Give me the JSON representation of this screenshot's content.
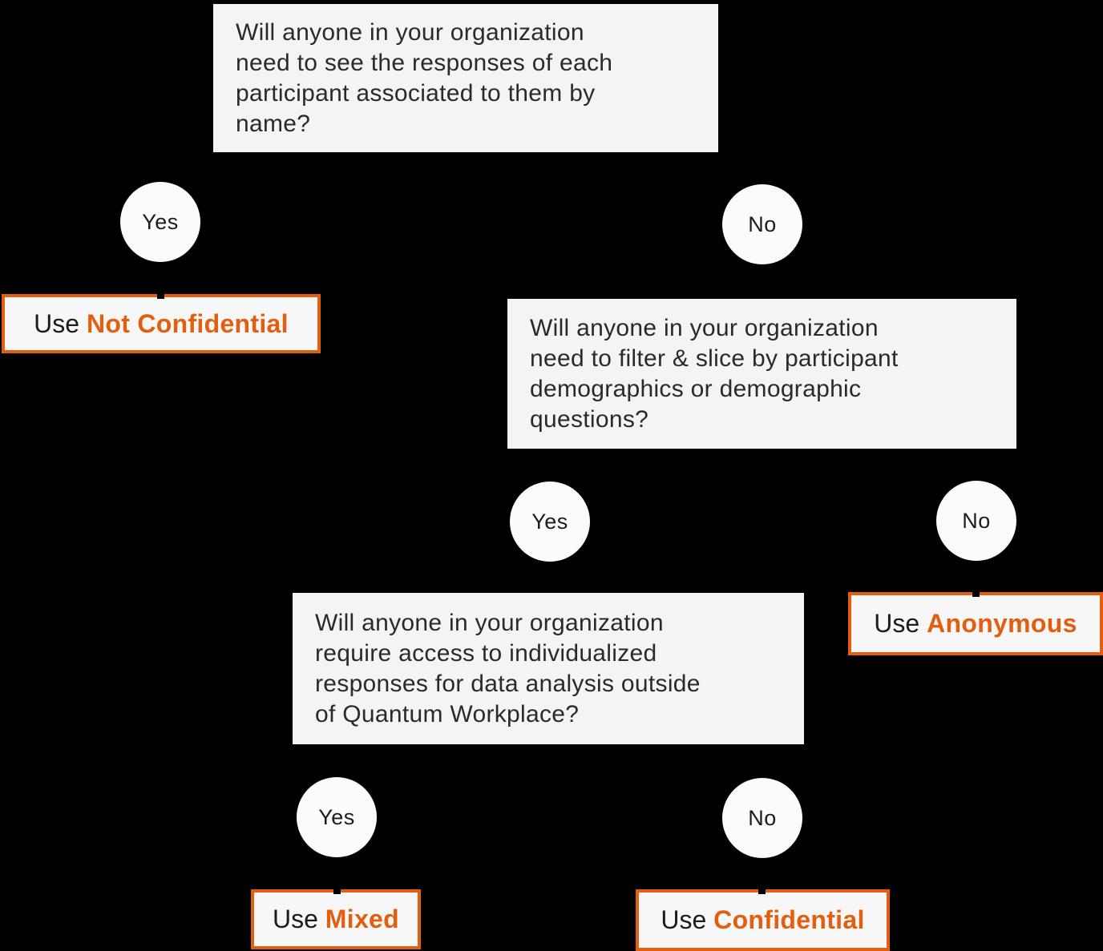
{
  "colors": {
    "background": "#000000",
    "accent_orange": "#E45E0F",
    "question_box_bg": "#F4F4F4",
    "result_box_bg": "#F7F7F7",
    "circle_bg": "#FBFBFB",
    "text_dark": "#2A2A2A"
  },
  "questions": {
    "q1": "Will anyone in your organization\nneed to see the responses of each\nparticipant associated to them by\nname?",
    "q2": "Will anyone in your organization\nneed to filter & slice by participant\ndemographics or demographic\nquestions?",
    "q3": "Will anyone in your organization\nrequire access to individualized\nresponses for data analysis outside\nof Quantum Workplace?"
  },
  "branches": {
    "q1_yes": "Yes",
    "q1_no": "No",
    "q2_yes": "Yes",
    "q2_no": "No",
    "q3_yes": "Yes",
    "q3_no": "No"
  },
  "results": {
    "not_confidential": {
      "prefix": "Use ",
      "keyword": "Not Confidential"
    },
    "anonymous": {
      "prefix": "Use ",
      "keyword": "Anonymous"
    },
    "mixed": {
      "prefix": "Use ",
      "keyword": "Mixed"
    },
    "confidential": {
      "prefix": "Use ",
      "keyword": "Confidential"
    }
  }
}
